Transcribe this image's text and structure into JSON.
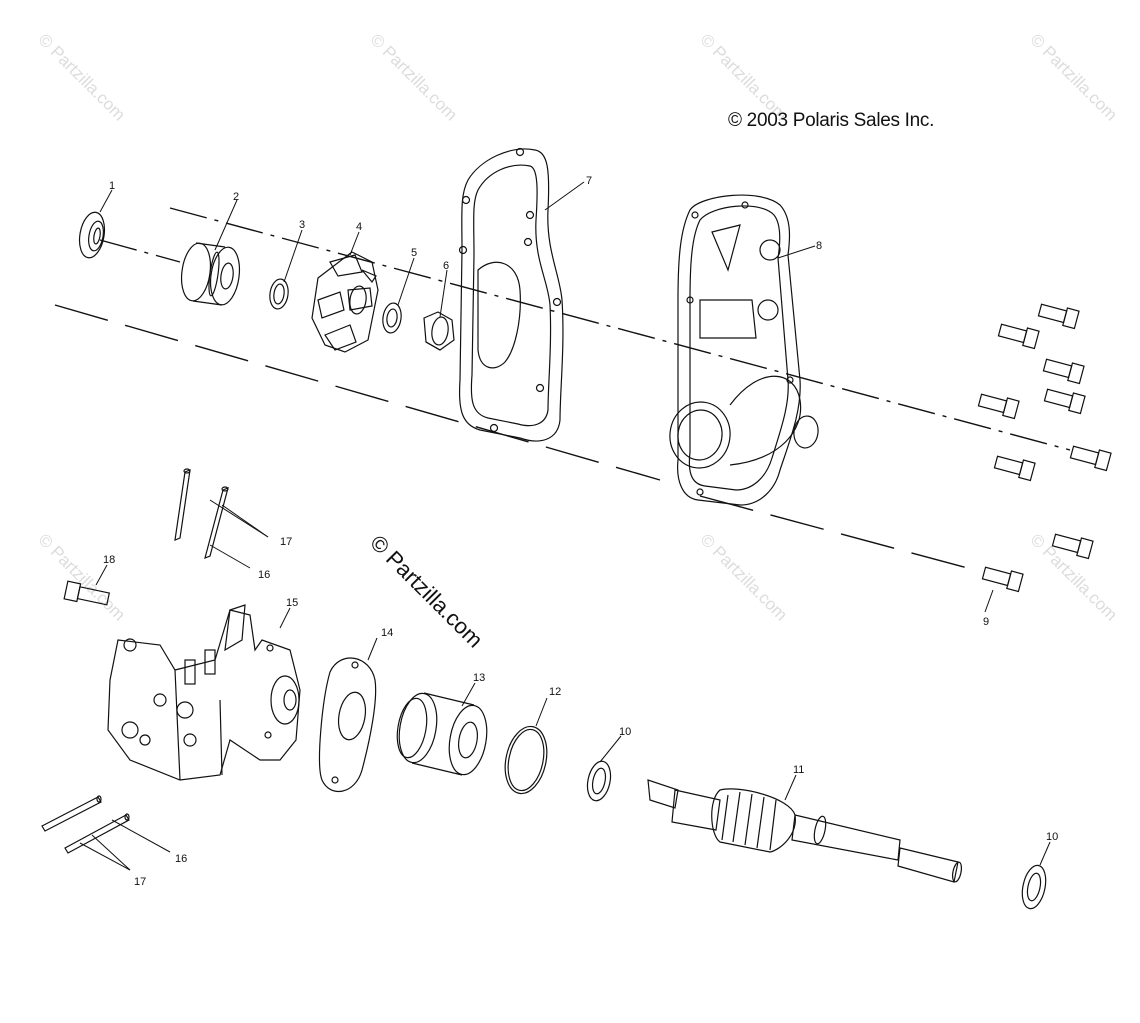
{
  "copyright": "© 2003 Polaris Sales Inc.",
  "watermark": "© Partzilla.com",
  "callouts": [
    "1",
    "2",
    "3",
    "4",
    "5",
    "6",
    "7",
    "8",
    "9",
    "10",
    "10",
    "11",
    "12",
    "13",
    "14",
    "15",
    "16",
    "16",
    "17",
    "17",
    "18"
  ]
}
